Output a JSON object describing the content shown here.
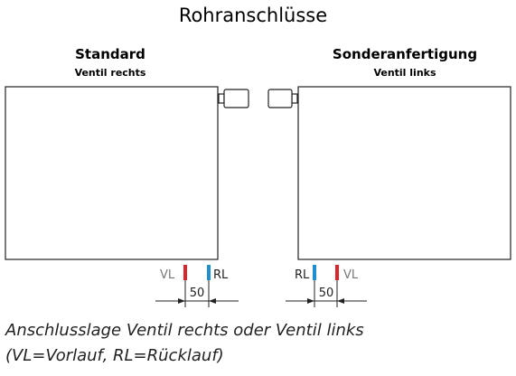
{
  "title": "Rohranschlüsse",
  "left": {
    "heading": "Standard",
    "subheading": "Ventil rechts",
    "label_left": "VL",
    "label_right": "RL",
    "dimension": "50"
  },
  "right": {
    "heading": "Sonderanfertigung",
    "subheading": "Ventil links",
    "label_left": "RL",
    "label_right": "VL",
    "dimension": "50"
  },
  "caption": {
    "line1": "Anschlusslage Ventil rechts oder Ventil links",
    "line2": "(VL=Vorlauf, RL=Rücklauf)"
  },
  "colors": {
    "supply_red": "#d9252b",
    "return_blue": "#1f8fd0",
    "outline": "#222222",
    "label_gray": "#777777"
  }
}
